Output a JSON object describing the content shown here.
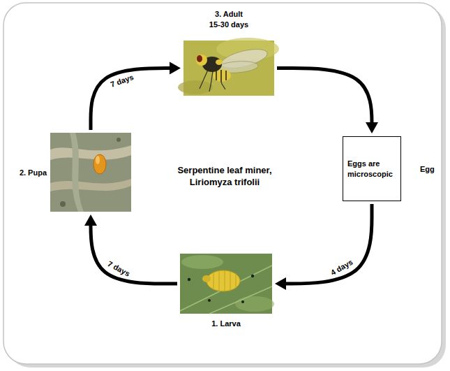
{
  "diagram": {
    "title": "Serpentine leaf miner, Liriomyza trifolii",
    "nodes": [
      {
        "text": [
          "3. Adult",
          "15-30 days"
        ]
      },
      {
        "text": [
          "2. Pupa"
        ]
      },
      {
        "text": [
          "Eggs are microscopic",
          "Egg"
        ]
      },
      {
        "text": [
          "1. Larva"
        ]
      }
    ],
    "edges": [
      {
        "from": 1,
        "to": 0,
        "arrow": "to",
        "label": "7 days"
      },
      {
        "from": 0,
        "to": 2,
        "arrow": "to"
      },
      {
        "from": 2,
        "to": 3,
        "arrow": "to",
        "label": "4 days"
      },
      {
        "from": 3,
        "to": 1,
        "arrow": "to",
        "label": "7 days"
      }
    ]
  }
}
